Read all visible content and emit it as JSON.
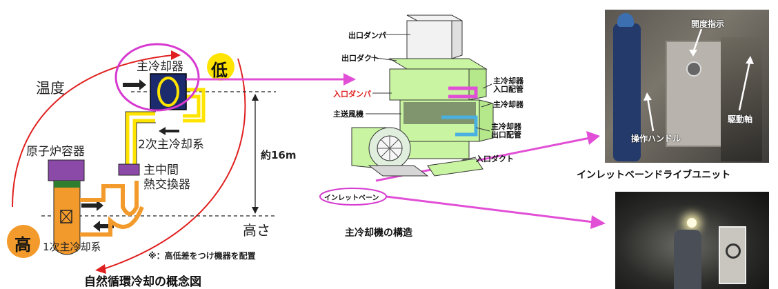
{
  "concept": {
    "temperature": "温度",
    "low": "低",
    "high": "高",
    "main_cooler": "主冷却器",
    "secondary_loop": "2次主冷却系",
    "primary_loop": "1次主冷却系",
    "reactor": "原子炉容器",
    "ihx": "主中間\n熱交換器",
    "height_value": "約16m",
    "height_label": "高さ",
    "note": "※：高低差をつけ機器を配置",
    "title": "自然循環冷却の概念図"
  },
  "structure": {
    "outlet_damper": "出口ダンパ",
    "outlet_duct": "出口ダクト",
    "inlet_damper": "入口ダンパ",
    "main_blower": "主送風機",
    "cooler_inlet_pipe": "主冷却器\n入口配管",
    "cooler": "主冷却器",
    "cooler_outlet_pipe": "主冷却器\n出口配管",
    "inlet_duct": "入口ダクト",
    "inlet_vane": "インレットベーン",
    "caption": "主冷却機の構造"
  },
  "photo1": {
    "opening_indicator": "開度指示",
    "operation_handle": "操作ハンドル",
    "drive_shaft": "駆動軸",
    "caption": "インレットベーンドライブユニット"
  },
  "colors": {
    "magenta": "#e14fd6",
    "red": "#e02020",
    "yellow": "#ffe400",
    "orange": "#f39a2c",
    "purple": "#8b4aa8",
    "green": "#c9f5a2",
    "navy": "#1c2b6e"
  }
}
